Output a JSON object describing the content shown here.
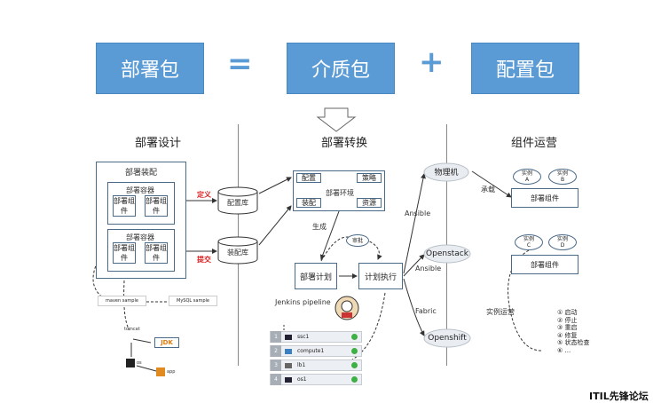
{
  "header": {
    "box1": "部署包",
    "equals": "=",
    "box2": "介质包",
    "plus": "+",
    "box3": "配置包"
  },
  "columns": {
    "design": "部署设计",
    "transform": "部署转换",
    "operation": "组件运营"
  },
  "design": {
    "assembly": "部署装配",
    "container": "部署容器",
    "component": "部署组件",
    "define": "定义",
    "submit": "提交",
    "config_repo": "配置库",
    "assembly_repo": "装配库",
    "sample1": "maven sample",
    "sample2": "MySQL sample",
    "tree_root": "tomcat",
    "tree_jdk": "JDK",
    "tree_os": "os",
    "tree_app": "app"
  },
  "transform": {
    "config": "配置",
    "policy": "策略",
    "env": "部署环境",
    "assembly": "装配",
    "resource": "资源",
    "generate": "生成",
    "approve": "审批",
    "plan": "部署计划",
    "execute": "计划执行",
    "jenkins": "Jenkins pipeline",
    "servers": [
      {
        "num": "1",
        "name": "ssc1"
      },
      {
        "num": "2",
        "name": "compute1"
      },
      {
        "num": "3",
        "name": "lb1"
      },
      {
        "num": "4",
        "name": "os1"
      }
    ]
  },
  "targets": {
    "physical": "物理机",
    "openstack": "Openstack",
    "openshift": "Openshift",
    "ansible1": "Ansible",
    "ansible2": "Ansible",
    "fabric": "Fabric"
  },
  "operation": {
    "carry": "承载",
    "instance_a": "实例",
    "a": "A",
    "instance_b": "实例",
    "b": "B",
    "instance_c": "实例",
    "c": "C",
    "instance_d": "实例",
    "d": "D",
    "component": "部署组件",
    "instance_ops": "实例运营",
    "actions": [
      "① 启动",
      "② 停止",
      "③ 重启",
      "④ 修复",
      "⑤ 状态检查",
      "⑥ ..."
    ]
  },
  "watermark": "ITIL先锋论坛"
}
